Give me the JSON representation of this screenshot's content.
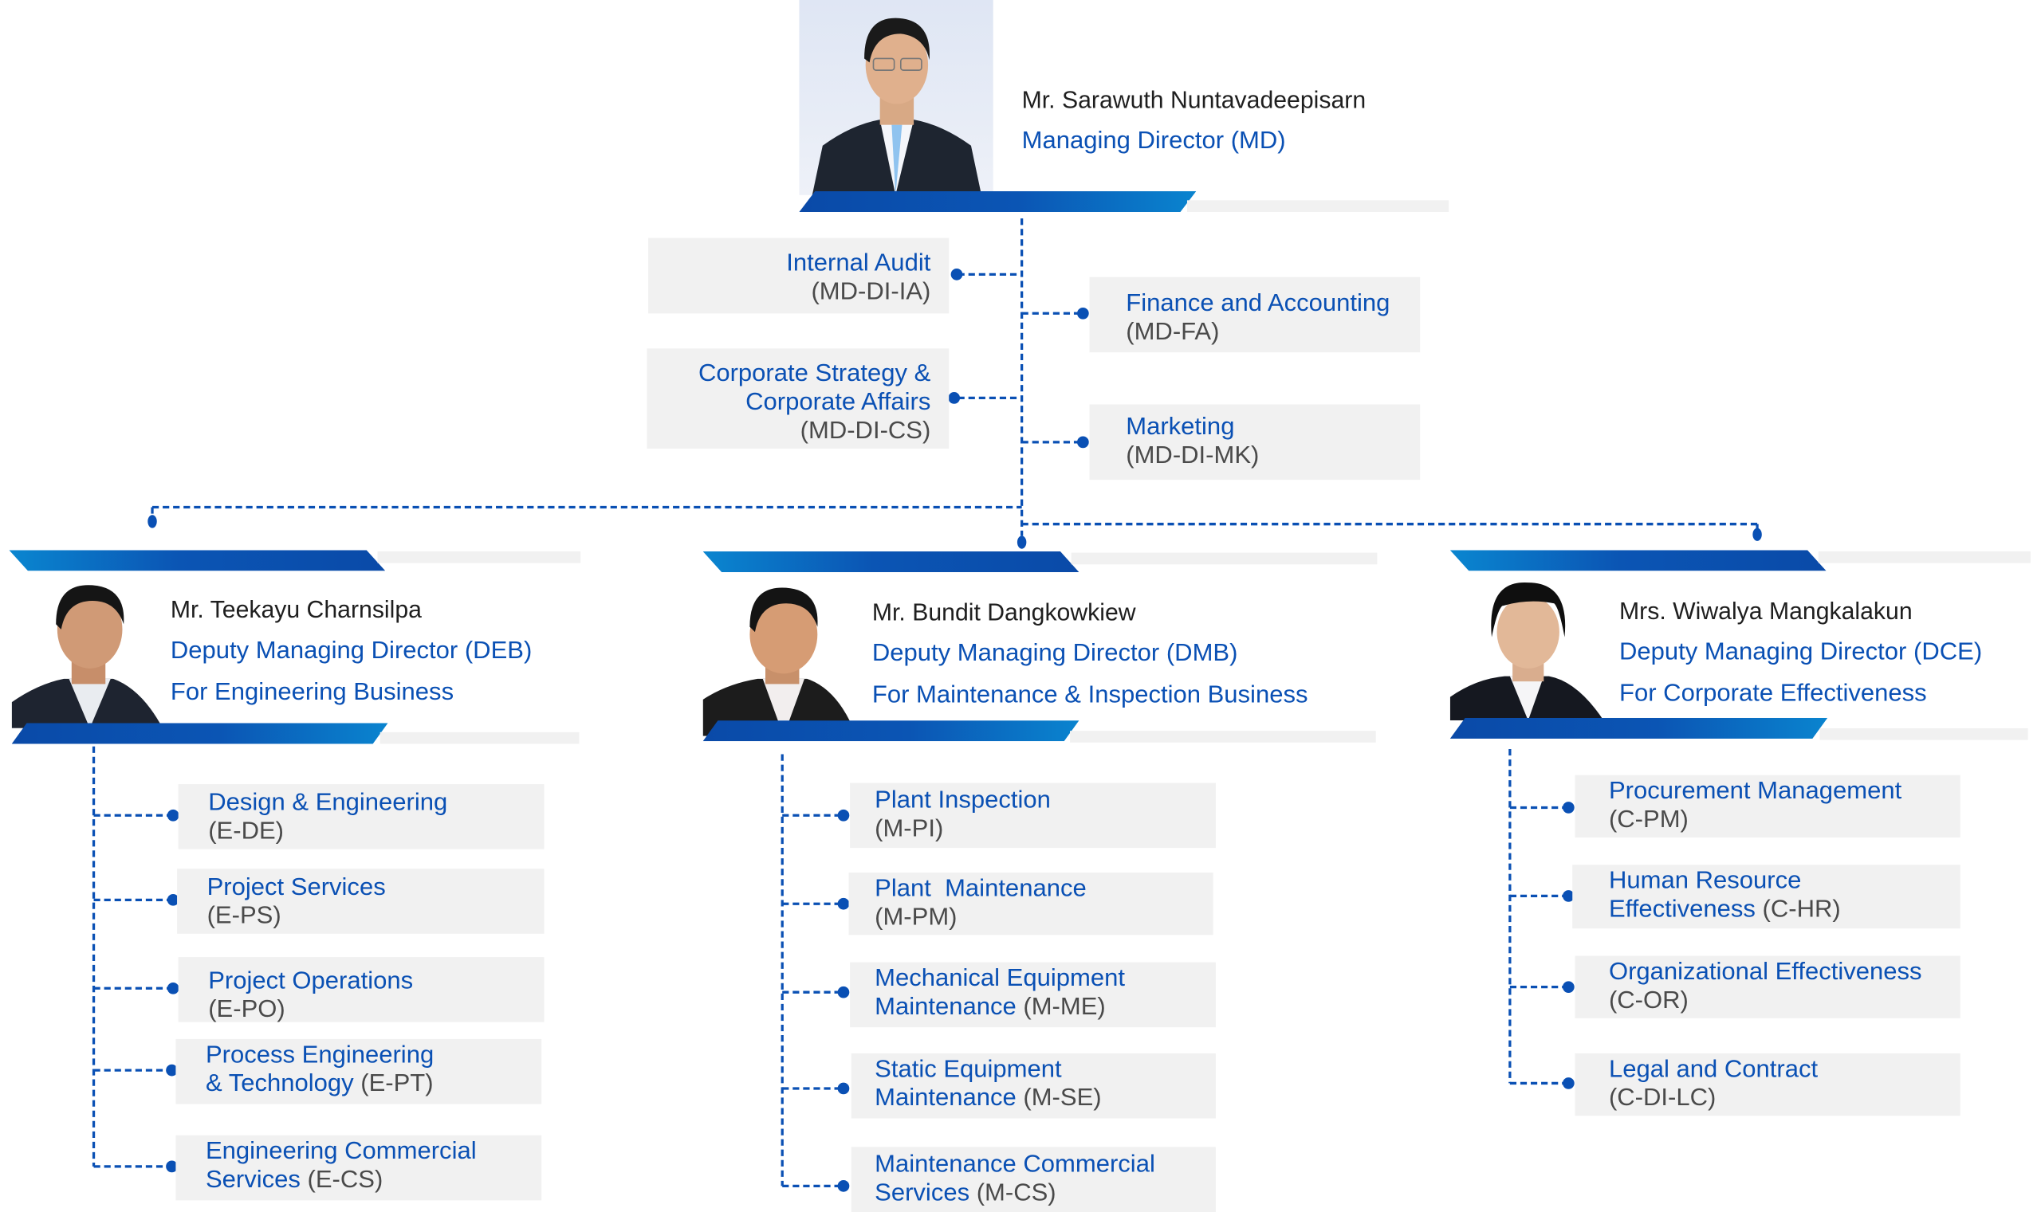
{
  "colors": {
    "accent": "#0a50b4",
    "code_text": "#4a4a4a",
    "name_text": "#1f1f1f",
    "box_bg": "#f1f1f1",
    "bar_dark": "#0a4aa8",
    "bar_light": "#0a84cf"
  },
  "md": {
    "name": "Mr. Sarawuth Nuntavadeepisarn",
    "title": "Managing Director (MD)",
    "photo": "portrait-man-glasses-suit"
  },
  "md_units": [
    {
      "title": "Internal Audit",
      "code": "(MD-DI-IA)"
    },
    {
      "title_lines": [
        "Corporate Strategy &",
        "Corporate Affairs"
      ],
      "code": "(MD-DI-CS)"
    },
    {
      "title": "Finance and Accounting",
      "code": "(MD-FA)"
    },
    {
      "title": "Marketing",
      "code": "(MD-DI-MK)"
    }
  ],
  "deputies": [
    {
      "name": "Mr. Teekayu Charnsilpa",
      "title": "Deputy Managing Director (DEB)",
      "subtitle": "For Engineering Business",
      "photo": "portrait-man-dark-jacket",
      "units": [
        {
          "line1": "Design & Engineering",
          "line2": "",
          "code": "(E-DE)"
        },
        {
          "line1": "Project Services",
          "line2": "",
          "code": "(E-PS)"
        },
        {
          "line1": "Project Operations",
          "line2": "",
          "code": "(E-PO)"
        },
        {
          "line1": "Process Engineering",
          "line2": "& Technology",
          "code": "(E-PT)"
        },
        {
          "line1": "Engineering Commercial",
          "line2": "Services",
          "code": "(E-CS)"
        }
      ]
    },
    {
      "name": "Mr. Bundit Dangkowkiew",
      "title": "Deputy Managing Director (DMB)",
      "subtitle": "For Maintenance & Inspection Business",
      "photo": "portrait-man-smiling-jacket",
      "units": [
        {
          "line1": "Plant Inspection",
          "line2": "",
          "code": "(M-PI)"
        },
        {
          "line1": "Plant  Maintenance",
          "line2": "",
          "code": "(M-PM)"
        },
        {
          "line1": "Mechanical Equipment",
          "line2": "Maintenance",
          "code": "(M-ME)"
        },
        {
          "line1": "Static Equipment",
          "line2": "Maintenance",
          "code": "(M-SE)"
        },
        {
          "line1": "Maintenance Commercial",
          "line2": "Services",
          "code": "(M-CS)"
        }
      ]
    },
    {
      "name": "Mrs. Wiwalya Mangkalakun",
      "title": "Deputy Managing Director (DCE)",
      "subtitle": "For Corporate Effectiveness",
      "photo": "portrait-woman-black-jacket",
      "units": [
        {
          "line1": "Procurement Management",
          "line2": "",
          "code": "(C-PM)"
        },
        {
          "line1": "Human Resource",
          "line2": "Effectiveness",
          "code": "(C-HR)"
        },
        {
          "line1": "Organizational Effectiveness",
          "line2": "",
          "code": "(C-OR)"
        },
        {
          "line1": "Legal and Contract",
          "line2": "",
          "code": "(C-DI-LC)"
        }
      ]
    }
  ]
}
